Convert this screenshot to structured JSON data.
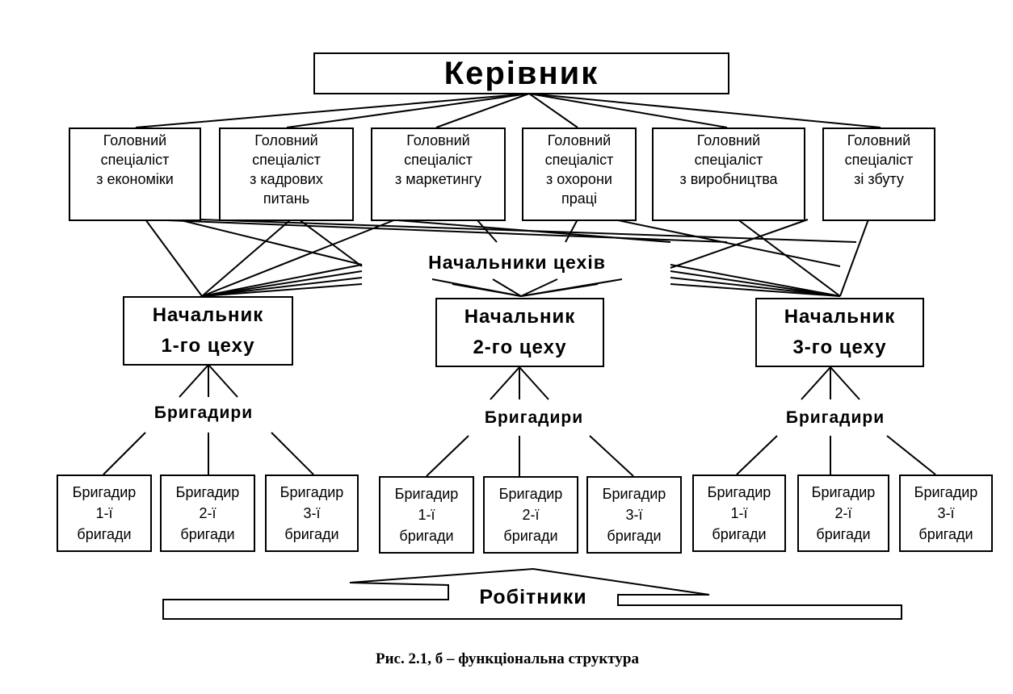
{
  "director": "Керівник",
  "specialists": [
    "Головний\nспеціаліст\nз економіки",
    "Головний\nспеціаліст\nз кадрових\nпитань",
    "Головний\nспеціаліст\nз маркетингу",
    "Головний\nспеціаліст\nз охорони\nпраці",
    "Головний\nспеціаліст\nз виробництва",
    "Головний\nспеціаліст\nзі збуту"
  ],
  "shop_heads_label": "Начальники цехів",
  "shops": [
    "Начальник\n1-го цеху",
    "Начальник\n2-го цеху",
    "Начальник\n3-го цеху"
  ],
  "foremen_label": "Бригадири",
  "foremen": [
    "Бригадир\n1-ї\nбригади",
    "Бригадир\n2-ї\nбригади",
    "Бригадир\n3-ї\nбригади"
  ],
  "workers_label": "Робітники",
  "caption": "Рис. 2.1, б – функціональна структура"
}
